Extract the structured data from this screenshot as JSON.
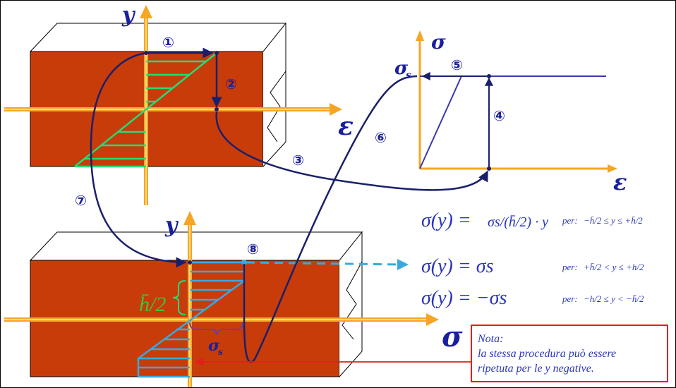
{
  "labels": {
    "y_top": "y",
    "y_bottom": "y",
    "eps_mid": "ε",
    "eps_right": "ε",
    "sigma_axis": "σ",
    "sigma_s": "σ",
    "sigma_s_sub": "s",
    "sigma_big": "σ",
    "hbar_half": "h̄/2",
    "sigma_s_bottom": "σ",
    "sigma_s_bottom_sub": "s"
  },
  "steps": [
    "①",
    "②",
    "③",
    "④",
    "⑤",
    "⑥",
    "⑦",
    "⑧"
  ],
  "equations": [
    {
      "lhs": "σ(y) =",
      "rhs": "σs/(h̄/2) · y",
      "cond_prefix": "per:",
      "cond": "−h̄/2 ≤ y ≤ +h̄/2"
    },
    {
      "lhs": "σ(y) = σs",
      "cond_prefix": "per:",
      "cond": "+h̄/2 < y ≤ +h/2"
    },
    {
      "lhs": "σ(y) = −σs",
      "cond_prefix": "per:",
      "cond": "−h/2 ≤ y < −h̄/2"
    }
  ],
  "note": {
    "title": "Nota:",
    "line1": "la stessa procedura può essere",
    "line2": "ripetuta per le y negative."
  },
  "colors": {
    "beam": "#c83c0a",
    "axis": "#f5a623",
    "curve": "#1a1f6b",
    "strain_green": "#22dd77",
    "stress_blue": "#3aa8e0",
    "text_blue": "#2a36b8",
    "red": "#e0201b"
  }
}
